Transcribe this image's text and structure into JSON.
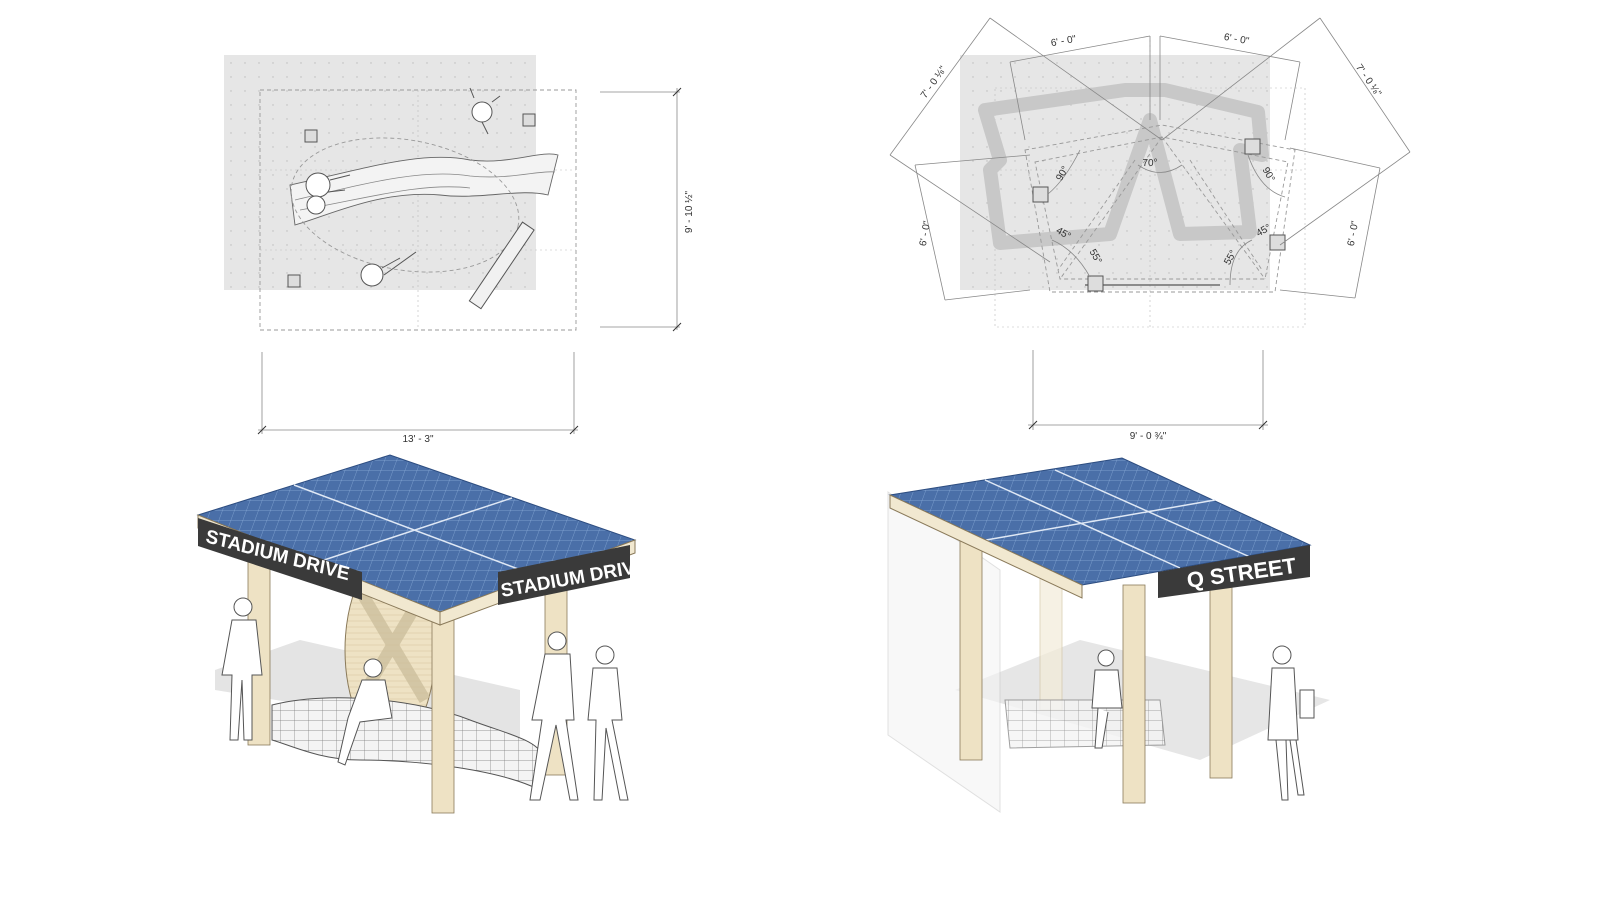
{
  "left_plan": {
    "width_dimension": "13' - 3\"",
    "depth_dimension": "9' - 10 ½\""
  },
  "right_plan": {
    "top_left_dimension": "6' - 0\"",
    "top_right_dimension": "6' - 0\"",
    "diagonal_left_dimension": "7' - 0 ⅛\"",
    "diagonal_right_dimension": "7' - 0 ⅛\"",
    "side_left_dimension": "6' - 0\"",
    "side_right_dimension": "6' - 0\"",
    "bottom_dimension": "9' - 0 ¾\"",
    "angles": {
      "apex": "70°",
      "upper_left": "90°",
      "upper_right": "90°",
      "lower_left_outer": "45°",
      "lower_right_outer": "45°",
      "lower_left_inner": "55°",
      "lower_right_inner": "55°"
    }
  },
  "left_perspective": {
    "sign_front": "STADIUM DRIVE",
    "sign_side": "STADIUM DRIVE"
  },
  "right_perspective": {
    "sign": "Q STREET"
  },
  "colors": {
    "solar_panel": "#4a6fa8",
    "sign_background": "#3a3a3a",
    "timber": "#eee2c4",
    "plan_shade": "#e6e6e6"
  }
}
